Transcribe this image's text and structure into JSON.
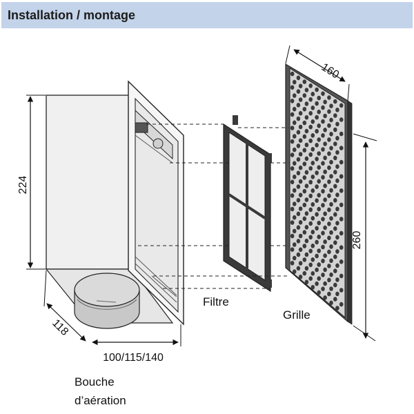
{
  "header": {
    "title": "Installation / montage"
  },
  "dimensions": {
    "height": "224",
    "depth": "118",
    "duct_diameter": "100/115/140",
    "grille_width": "160",
    "grille_height": "260"
  },
  "labels": {
    "filter": "Filtre",
    "grille": "Grille",
    "vent_outlet_line1": "Bouche",
    "vent_outlet_line2": "d’aération"
  },
  "colors": {
    "header_bg": "#c3d3e9",
    "panel_fill": "#e8e8e8",
    "frame_dark": "#3a3a3a",
    "outline": "#222222"
  }
}
